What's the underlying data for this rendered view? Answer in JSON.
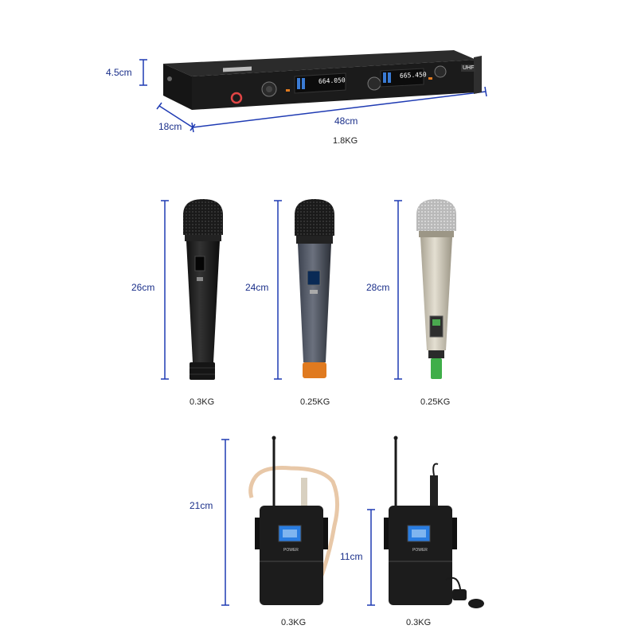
{
  "receiver": {
    "height_label": "4.5cm",
    "depth_label": "18cm",
    "width_label": "48cm",
    "weight": "1.8KG",
    "ch_a_freq": "664.050",
    "ch_b_freq": "665.450",
    "badge": "UHF"
  },
  "handhelds": [
    {
      "length_label": "26cm",
      "weight": "0.3KG"
    },
    {
      "length_label": "24cm",
      "weight": "0.25KG"
    },
    {
      "length_label": "28cm",
      "weight": "0.25KG"
    }
  ],
  "bodypacks": {
    "height_label": "21cm",
    "pack_height_label": "11cm",
    "weights": [
      "0.3KG",
      "0.3KG"
    ],
    "power_label": "POWER"
  },
  "colors": {
    "dimension_line": "#1f3bb3",
    "body_black": "#1a1a1a",
    "champagne": "#cfc8b8",
    "orange_ring": "#e07a1f",
    "green_tip": "#3fae49",
    "lcd_blue": "#2a7de1"
  }
}
